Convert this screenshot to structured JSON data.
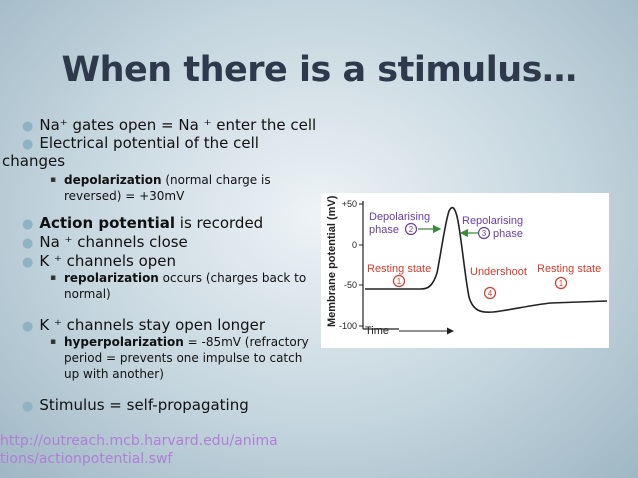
{
  "slide": {
    "title": "When there is a stimulus…",
    "bullets": {
      "b1": "Na⁺ gates open = Na ⁺ enter the cell",
      "b2a": "Electrical potential of the cell",
      "b2b": "changes",
      "s1_bold": "depolarization",
      "s1_rest": " (normal charge is",
      "s1_line2": "reversed) = +30mV",
      "b3_bold": "Action potential",
      "b3_rest": " is recorded",
      "b4": "Na ⁺ channels close",
      "b5": "K ⁺ channels open",
      "s2_bold": "repolarization",
      "s2_rest": "  occurs (charges back to",
      "s2_line2": "normal)",
      "b6": "K ⁺ channels stay open longer",
      "s3_bold": "hyperpolarization",
      "s3_rest": " = -85mV (refractory",
      "s3_line2": "period = prevents one impulse to catch",
      "s3_line3": "up with another)",
      "b7": "Stimulus = self-propagating"
    },
    "link_line1": "http://outreach.mcb.harvard.edu/anima",
    "link_line2": "tions/actionpotential.swf"
  },
  "figure": {
    "ylabel": "Membrane potential (mV)",
    "ticks": [
      "+50",
      "0",
      "-50",
      "-100"
    ],
    "xlabel": "Time",
    "depol_label_1": "Depolarising",
    "depol_label_2": "phase",
    "depol_num": "2",
    "repol_label_1": "Repolarising",
    "repol_label_2": "phase",
    "repol_num": "3",
    "resting_left": "Resting state",
    "resting_left_num": "1",
    "undershoot": "Undershoot",
    "undershoot_num": "4",
    "resting_right": "Resting state",
    "resting_right_num": "1",
    "colors": {
      "trace": "#222222",
      "label_purple": "#6a3fa0",
      "label_red": "#d43a2a",
      "arrow": "#3c8a3c"
    }
  }
}
